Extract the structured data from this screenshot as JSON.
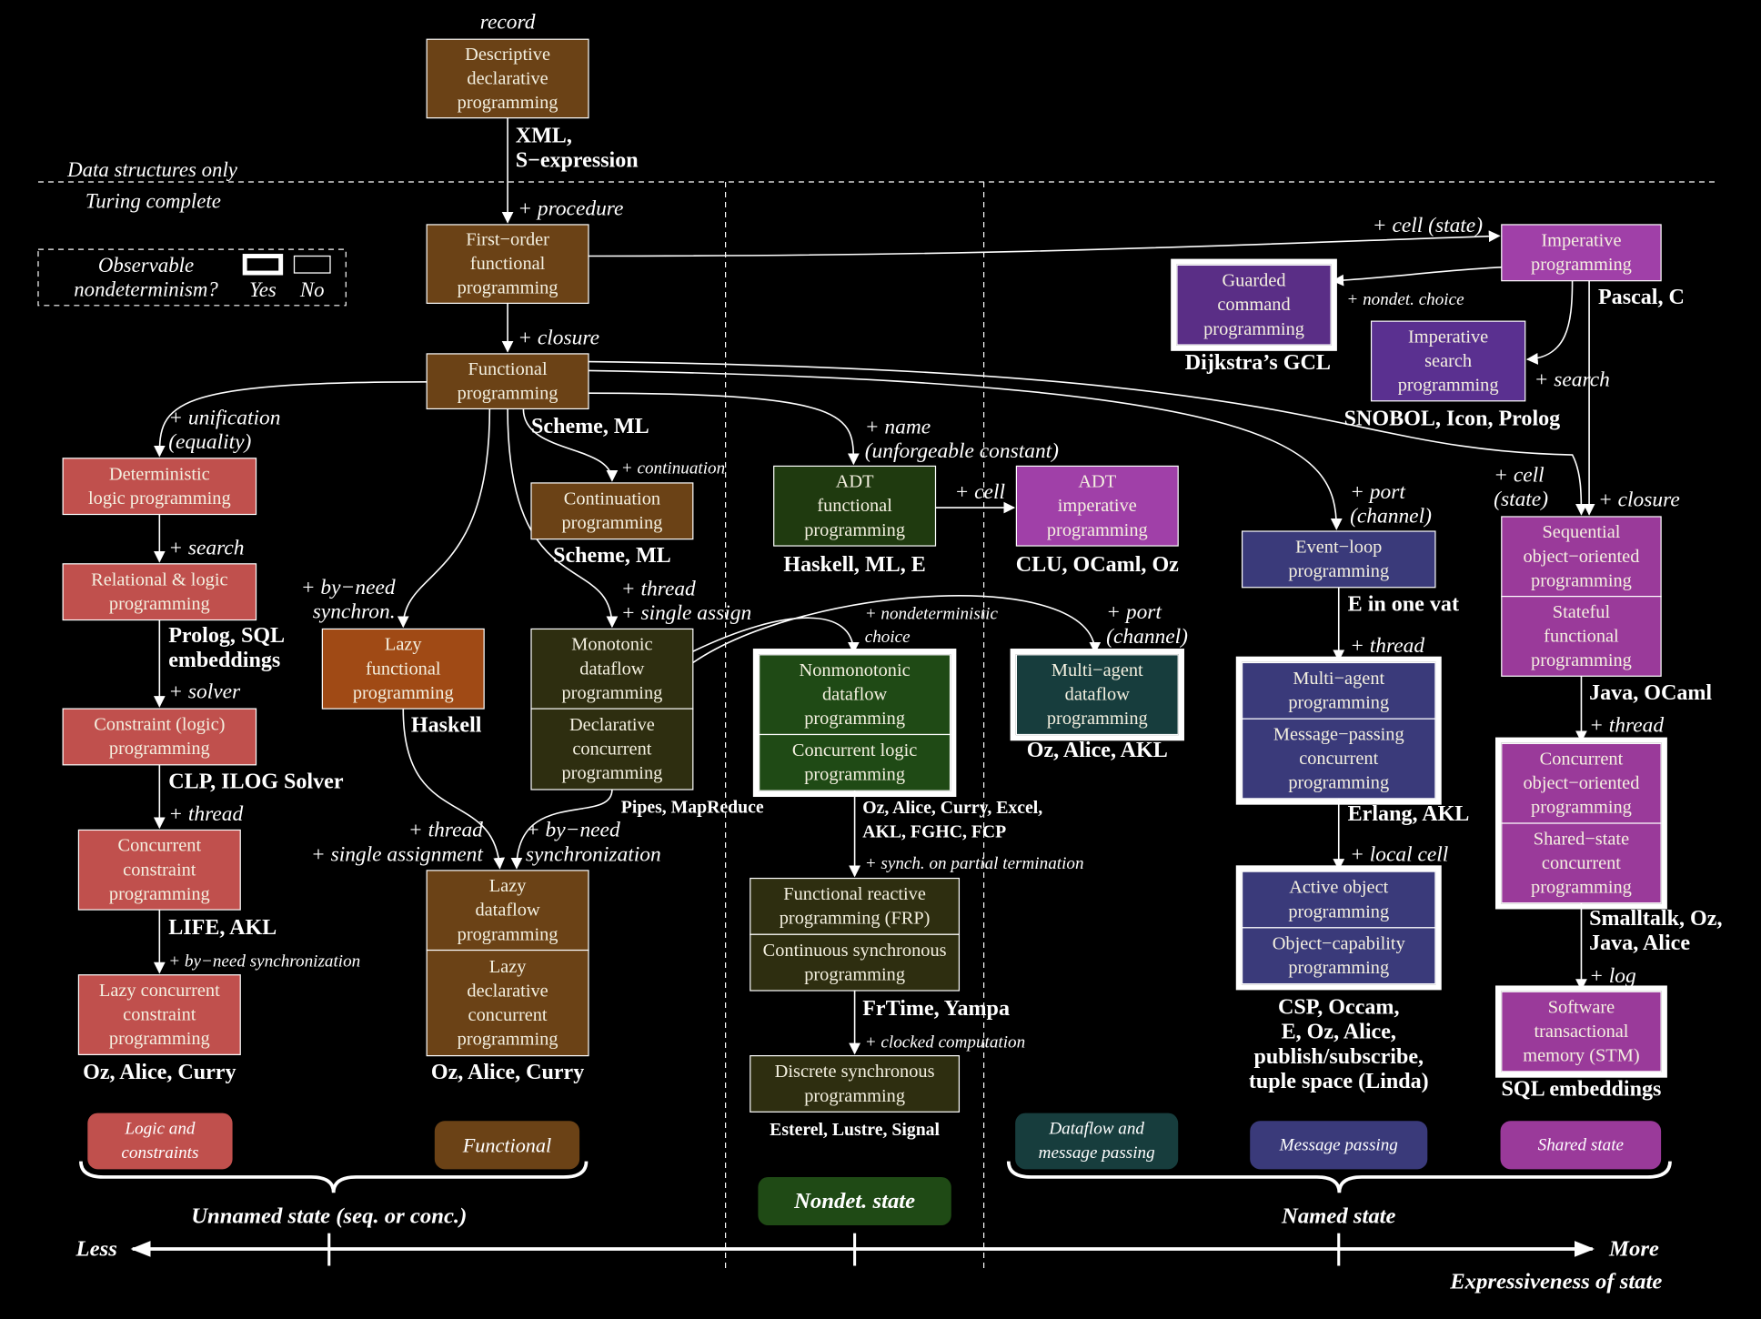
{
  "colors": {
    "background": "#000000",
    "line": "#ffffff",
    "logic": "#c0504d",
    "functional": "#6b4216",
    "lazy_functional": "#a04a15",
    "dataflow_olive": "#2e2e10",
    "nondet_green": "#1f4a15",
    "dataflow_teal": "#173d3d",
    "message_blue": "#3a3a7a",
    "shared_purple": "#9a3a9a",
    "imperative_purple": "#a040a8",
    "guarded_purple": "#5a2e86",
    "search_purple": "#5a3090"
  },
  "top": {
    "record": "record",
    "data_only": "Data structures only",
    "turing": "Turing complete"
  },
  "legend": {
    "title_1": "Observable",
    "title_2": "nondeterminism?",
    "yes": "Yes",
    "no": "No"
  },
  "boxes": [
    {
      "id": "descriptive",
      "lines": [
        "Descriptive",
        "declarative",
        "programming"
      ],
      "color": "#6b4216"
    },
    {
      "id": "first-order",
      "lines": [
        "First−order",
        "functional",
        "programming"
      ],
      "color": "#6b4216"
    },
    {
      "id": "functional",
      "lines": [
        "Functional",
        "programming"
      ],
      "color": "#6b4216"
    },
    {
      "id": "deterministic-logic",
      "lines": [
        "Deterministic",
        "logic programming"
      ],
      "color": "#c0504d"
    },
    {
      "id": "relational-logic",
      "lines": [
        "Relational & logic",
        "programming"
      ],
      "color": "#c0504d"
    },
    {
      "id": "constraint",
      "lines": [
        "Constraint (logic)",
        "programming"
      ],
      "color": "#c0504d"
    },
    {
      "id": "concurrent-constraint",
      "lines": [
        "Concurrent",
        "constraint",
        "programming"
      ],
      "color": "#c0504d"
    },
    {
      "id": "lazy-concurrent-constraint",
      "lines": [
        "Lazy concurrent",
        "constraint",
        "programming"
      ],
      "color": "#c0504d"
    },
    {
      "id": "continuation",
      "lines": [
        "Continuation",
        "programming"
      ],
      "color": "#6b4216"
    },
    {
      "id": "lazy-functional",
      "lines": [
        "Lazy",
        "functional",
        "programming"
      ],
      "color": "#a04a15"
    },
    {
      "id": "monotonic-dataflow",
      "lines": [
        "Monotonic",
        "dataflow",
        "programming"
      ],
      "color": "#2e2e10"
    },
    {
      "id": "declarative-concurrent",
      "lines": [
        "Declarative",
        "concurrent",
        "programming"
      ],
      "color": "#2e2e10"
    },
    {
      "id": "lazy-dataflow",
      "lines": [
        "Lazy",
        "dataflow",
        "programming"
      ],
      "color": "#6b4216"
    },
    {
      "id": "lazy-declarative-concurrent",
      "lines": [
        "Lazy",
        "declarative",
        "concurrent",
        "programming"
      ],
      "color": "#6b4216"
    },
    {
      "id": "adt-functional",
      "lines": [
        "ADT",
        "functional",
        "programming"
      ],
      "color": "#1f3a0f"
    },
    {
      "id": "adt-imperative",
      "lines": [
        "ADT",
        "imperative",
        "programming"
      ],
      "color": "#a040a8"
    },
    {
      "id": "nonmonotonic-dataflow",
      "lines": [
        "Nonmonotonic",
        "dataflow",
        "programming"
      ],
      "color": "#1f4a15"
    },
    {
      "id": "concurrent-logic",
      "lines": [
        "Concurrent logic",
        "programming"
      ],
      "color": "#1f4a15"
    },
    {
      "id": "frp",
      "lines": [
        "Functional reactive",
        "programming (FRP)"
      ],
      "color": "#2e2e10"
    },
    {
      "id": "continuous-synchronous",
      "lines": [
        "Continuous synchronous",
        "programming"
      ],
      "color": "#2e2e10"
    },
    {
      "id": "discrete-synchronous",
      "lines": [
        "Discrete synchronous",
        "programming"
      ],
      "color": "#2e2e10"
    },
    {
      "id": "multi-agent-dataflow",
      "lines": [
        "Multi−agent",
        "dataflow",
        "programming"
      ],
      "color": "#173d3d"
    },
    {
      "id": "event-loop",
      "lines": [
        "Event−loop",
        "programming"
      ],
      "color": "#3a3a7a"
    },
    {
      "id": "multi-agent",
      "lines": [
        "Multi−agent",
        "programming"
      ],
      "color": "#3a3a7a"
    },
    {
      "id": "message-passing-concurrent",
      "lines": [
        "Message−passing",
        "concurrent",
        "programming"
      ],
      "color": "#3a3a7a"
    },
    {
      "id": "active-object",
      "lines": [
        "Active object",
        "programming"
      ],
      "color": "#3a3a7a"
    },
    {
      "id": "object-capability",
      "lines": [
        "Object−capability",
        "programming"
      ],
      "color": "#3a3a7a"
    },
    {
      "id": "imperative",
      "lines": [
        "Imperative",
        "programming"
      ],
      "color": "#a040a8"
    },
    {
      "id": "guarded-command",
      "lines": [
        "Guarded",
        "command",
        "programming"
      ],
      "color": "#5a2e86"
    },
    {
      "id": "imperative-search",
      "lines": [
        "Imperative",
        "search",
        "programming"
      ],
      "color": "#5a3090"
    },
    {
      "id": "sequential-oo",
      "lines": [
        "Sequential",
        "object−oriented",
        "programming"
      ],
      "color": "#9a3a9a"
    },
    {
      "id": "stateful-functional",
      "lines": [
        "Stateful",
        "functional",
        "programming"
      ],
      "color": "#9a3a9a"
    },
    {
      "id": "concurrent-oo",
      "lines": [
        "Concurrent",
        "object−oriented",
        "programming"
      ],
      "color": "#9a3a9a"
    },
    {
      "id": "shared-state-concurrent",
      "lines": [
        "Shared−state",
        "concurrent",
        "programming"
      ],
      "color": "#9a3a9a"
    },
    {
      "id": "stm",
      "lines": [
        "Software",
        "transactional",
        "memory (STM)"
      ],
      "color": "#9a3a9a"
    }
  ],
  "languages": [
    {
      "id": "xml",
      "lines": [
        "XML,",
        "S−expression"
      ]
    },
    {
      "id": "scheme-ml-1",
      "lines": [
        "Scheme, ML"
      ]
    },
    {
      "id": "scheme-ml-2",
      "lines": [
        "Scheme, ML"
      ]
    },
    {
      "id": "prolog-sql",
      "lines": [
        "Prolog, SQL",
        "embeddings"
      ]
    },
    {
      "id": "clp-ilog",
      "lines": [
        "CLP, ILOG Solver"
      ]
    },
    {
      "id": "life-akl",
      "lines": [
        "LIFE, AKL"
      ]
    },
    {
      "id": "oz-alice-curry-1",
      "lines": [
        "Oz, Alice, Curry"
      ]
    },
    {
      "id": "haskell",
      "lines": [
        "Haskell"
      ]
    },
    {
      "id": "pipes",
      "lines": [
        "Pipes, MapReduce"
      ]
    },
    {
      "id": "oz-alice-curry-2",
      "lines": [
        "Oz, Alice, Curry"
      ]
    },
    {
      "id": "haskell-ml-e",
      "lines": [
        "Haskell, ML, E"
      ]
    },
    {
      "id": "clu-ocaml-oz",
      "lines": [
        "CLU, OCaml, Oz"
      ]
    },
    {
      "id": "oz-alice-curry-excel",
      "lines": [
        "Oz, Alice, Curry, Excel,",
        "AKL, FGHC, FCP"
      ]
    },
    {
      "id": "frtime",
      "lines": [
        "FrTime, Yampa"
      ]
    },
    {
      "id": "esterel",
      "lines": [
        "Esterel, Lustre, Signal"
      ]
    },
    {
      "id": "oz-alice-akl",
      "lines": [
        "Oz, Alice, AKL"
      ]
    },
    {
      "id": "e-one-vat",
      "lines": [
        "E in one vat"
      ]
    },
    {
      "id": "erlang-akl",
      "lines": [
        "Erlang, AKL"
      ]
    },
    {
      "id": "csp",
      "lines": [
        "CSP, Occam,",
        "E, Oz, Alice,",
        "publish/subscribe,",
        "tuple space (Linda)"
      ]
    },
    {
      "id": "pascal-c",
      "lines": [
        "Pascal, C"
      ]
    },
    {
      "id": "dijkstra",
      "lines": [
        "Dijkstra’s GCL"
      ]
    },
    {
      "id": "snobol",
      "lines": [
        "SNOBOL, Icon, Prolog"
      ]
    },
    {
      "id": "java-ocaml",
      "lines": [
        "Java, OCaml"
      ]
    },
    {
      "id": "smalltalk",
      "lines": [
        "Smalltalk, Oz,",
        "Java, Alice"
      ]
    },
    {
      "id": "sql-embeddings",
      "lines": [
        "SQL embeddings"
      ]
    }
  ],
  "edge_labels": [
    {
      "id": "procedure",
      "lines": [
        "+ procedure"
      ]
    },
    {
      "id": "closure",
      "lines": [
        "+ closure"
      ]
    },
    {
      "id": "cell-state-top",
      "lines": [
        "+ cell (state)"
      ]
    },
    {
      "id": "nondet-choice",
      "lines": [
        "+ nondet. choice"
      ]
    },
    {
      "id": "search-right",
      "lines": [
        "+ search"
      ]
    },
    {
      "id": "unification",
      "lines": [
        "+ unification",
        "(equality)"
      ]
    },
    {
      "id": "search-left",
      "lines": [
        "+ search"
      ]
    },
    {
      "id": "solver",
      "lines": [
        "+ solver"
      ]
    },
    {
      "id": "thread-left",
      "lines": [
        "+ thread"
      ]
    },
    {
      "id": "by-need-sync-left",
      "lines": [
        "+ by−need synchronization"
      ]
    },
    {
      "id": "continuation-lbl",
      "lines": [
        "+ continuation"
      ]
    },
    {
      "id": "by-need-synchron",
      "lines": [
        "+ by−need",
        "synchron."
      ]
    },
    {
      "id": "thread-single-assign",
      "lines": [
        "+ thread",
        "+ single assign"
      ]
    },
    {
      "id": "thread-single-assignment",
      "lines": [
        "+ thread",
        "+ single assignment"
      ]
    },
    {
      "id": "by-need-synchronization",
      "lines": [
        "+ by−need",
        "synchronization"
      ]
    },
    {
      "id": "name",
      "lines": [
        "+ name",
        "(unforgeable constant)"
      ]
    },
    {
      "id": "cell-mid",
      "lines": [
        "+ cell"
      ]
    },
    {
      "id": "nondeterministic-choice",
      "lines": [
        "+ nondeterministic",
        "choice"
      ]
    },
    {
      "id": "port-channel-mid",
      "lines": [
        "+ port",
        "(channel)"
      ]
    },
    {
      "id": "synch-partial",
      "lines": [
        "+ synch. on partial termination"
      ]
    },
    {
      "id": "clocked",
      "lines": [
        "+ clocked computation"
      ]
    },
    {
      "id": "port-channel-right",
      "lines": [
        "+ port",
        "(channel)"
      ]
    },
    {
      "id": "thread-mid-right",
      "lines": [
        "+ thread"
      ]
    },
    {
      "id": "local-cell",
      "lines": [
        "+ local cell"
      ]
    },
    {
      "id": "cell-state-right",
      "lines": [
        "+ cell",
        "(state)"
      ]
    },
    {
      "id": "closure-right",
      "lines": [
        "+ closure"
      ]
    },
    {
      "id": "thread-right",
      "lines": [
        "+ thread"
      ]
    },
    {
      "id": "log",
      "lines": [
        "+ log"
      ]
    }
  ],
  "categories": [
    {
      "id": "logic-constraints",
      "lines": [
        "Logic and",
        "constraints"
      ],
      "color": "#c0504d"
    },
    {
      "id": "functional-cat",
      "lines": [
        "Functional"
      ],
      "color": "#6b4216"
    },
    {
      "id": "nondet-state",
      "lines": [
        "Nondet. state"
      ],
      "color": "#1f4a15"
    },
    {
      "id": "dataflow-mp",
      "lines": [
        "Dataflow and",
        "message passing"
      ],
      "color": "#173d3d"
    },
    {
      "id": "message-passing-cat",
      "lines": [
        "Message passing"
      ],
      "color": "#3a3a7a"
    },
    {
      "id": "shared-state-cat",
      "lines": [
        "Shared state"
      ],
      "color": "#9a3a9a"
    }
  ],
  "axis": {
    "unnamed_state": "Unnamed state (seq. or conc.)",
    "named_state": "Named state",
    "less": "Less",
    "more": "More",
    "expressiveness": "Expressiveness of state"
  }
}
